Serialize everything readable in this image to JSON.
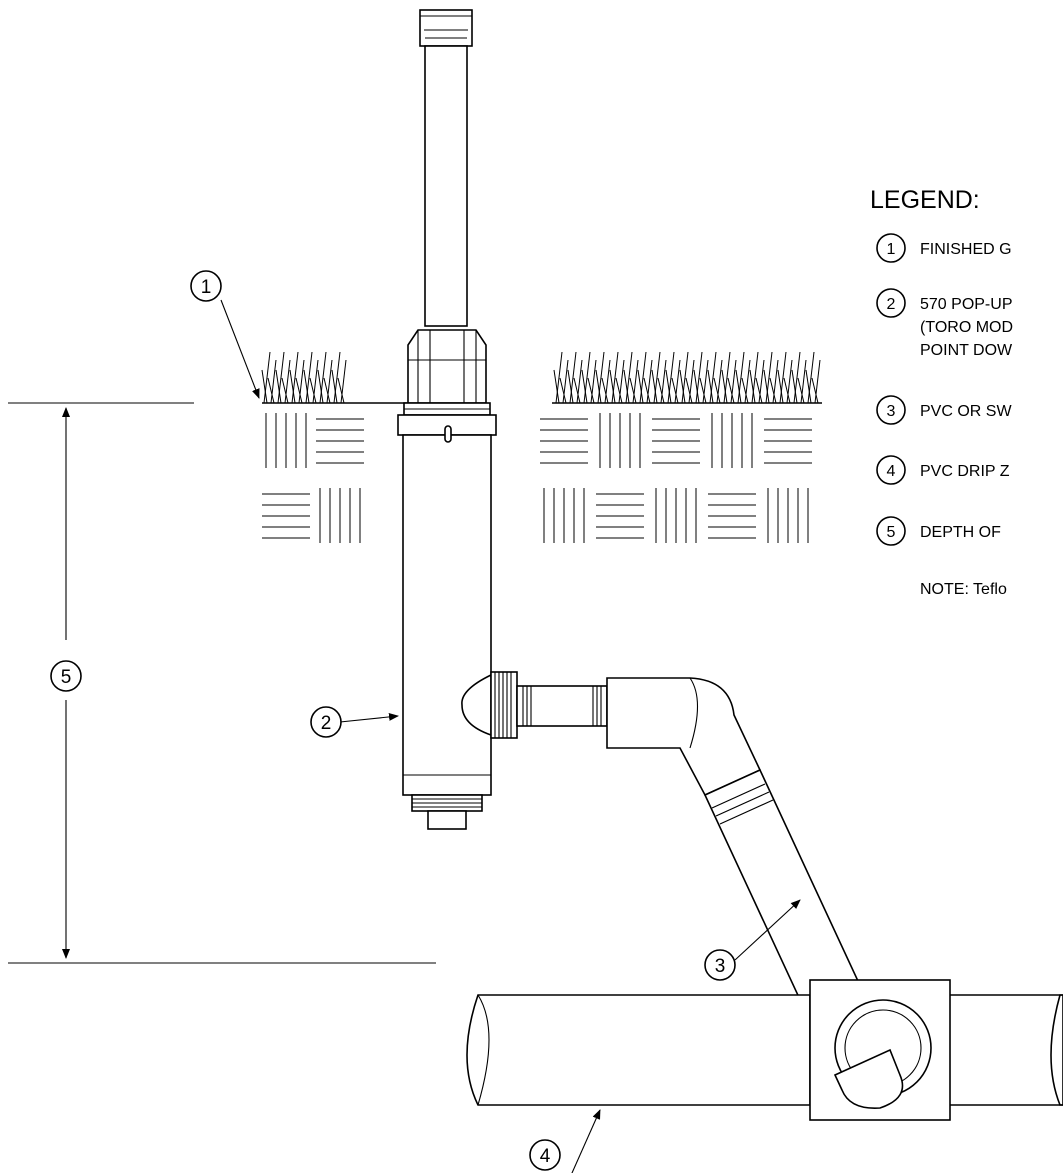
{
  "callouts": {
    "c1": "1",
    "c2": "2",
    "c3": "3",
    "c4": "4",
    "c5": "5"
  },
  "legend": {
    "title": "LEGEND:",
    "items": [
      {
        "num": "1",
        "text": "FINISHED G"
      },
      {
        "num": "2",
        "text": "570 POP-UP",
        "line2": "(TORO MOD",
        "line3": "POINT DOW"
      },
      {
        "num": "3",
        "text": "PVC OR SW"
      },
      {
        "num": "4",
        "text": "PVC DRIP Z"
      },
      {
        "num": "5",
        "text": "DEPTH OF"
      }
    ],
    "note": "NOTE:  Teflo"
  }
}
